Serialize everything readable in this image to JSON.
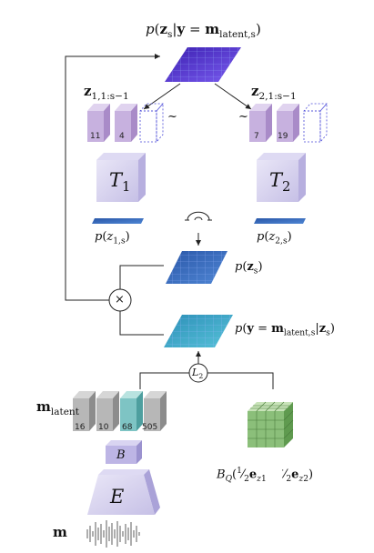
{
  "top_distribution": {
    "p": "p",
    "z": "z",
    "zs_sub": "s",
    "y": "y",
    "m": "m",
    "m_sub": "latent",
    "s": "s"
  },
  "z1": {
    "z": "z",
    "sub": "1,1:s−1"
  },
  "z2": {
    "z": "z",
    "sub": "2,1:s−1"
  },
  "tilde": "~",
  "tokens_1": [
    "11",
    "4"
  ],
  "tokens_2": [
    "7",
    "19"
  ],
  "T1": {
    "T": "T",
    "sub": "1"
  },
  "T2": {
    "T": "T",
    "sub": "2"
  },
  "pz1": {
    "p": "p",
    "z": "z",
    "sub": "1,s"
  },
  "pz2": {
    "p": "p",
    "z": "z",
    "sub": "2,s"
  },
  "pzs": {
    "p": "p",
    "z": "z",
    "sub": "s"
  },
  "likelihood": {
    "p": "p",
    "y": "y",
    "m": "m",
    "m_sub": "latent",
    "s": "s",
    "z": "z",
    "zs_sub": "s"
  },
  "times": "×",
  "L2": {
    "L": "L",
    "sub": "2"
  },
  "mlatent": {
    "m": "m",
    "sub": "latent"
  },
  "latent_tokens": [
    "16",
    "10",
    "68",
    "505"
  ],
  "B": "B",
  "E": "E",
  "m_label": "m",
  "codebook": {
    "B": "B",
    "Q": "Q",
    "frac": "1",
    "den": "2",
    "e": "e",
    "z1": "z",
    "z1_sub": "1",
    "z2": "z",
    "z2_sub": "2"
  },
  "colors": {
    "purple": "#5b37d6",
    "token_purple": "#c7b1df",
    "blue": "#3e72bf",
    "teal": "#39a9c9",
    "gray_token": "#b7b7b7",
    "teal_token": "#7ec4c4",
    "green_cube": "#8bbf7a"
  }
}
